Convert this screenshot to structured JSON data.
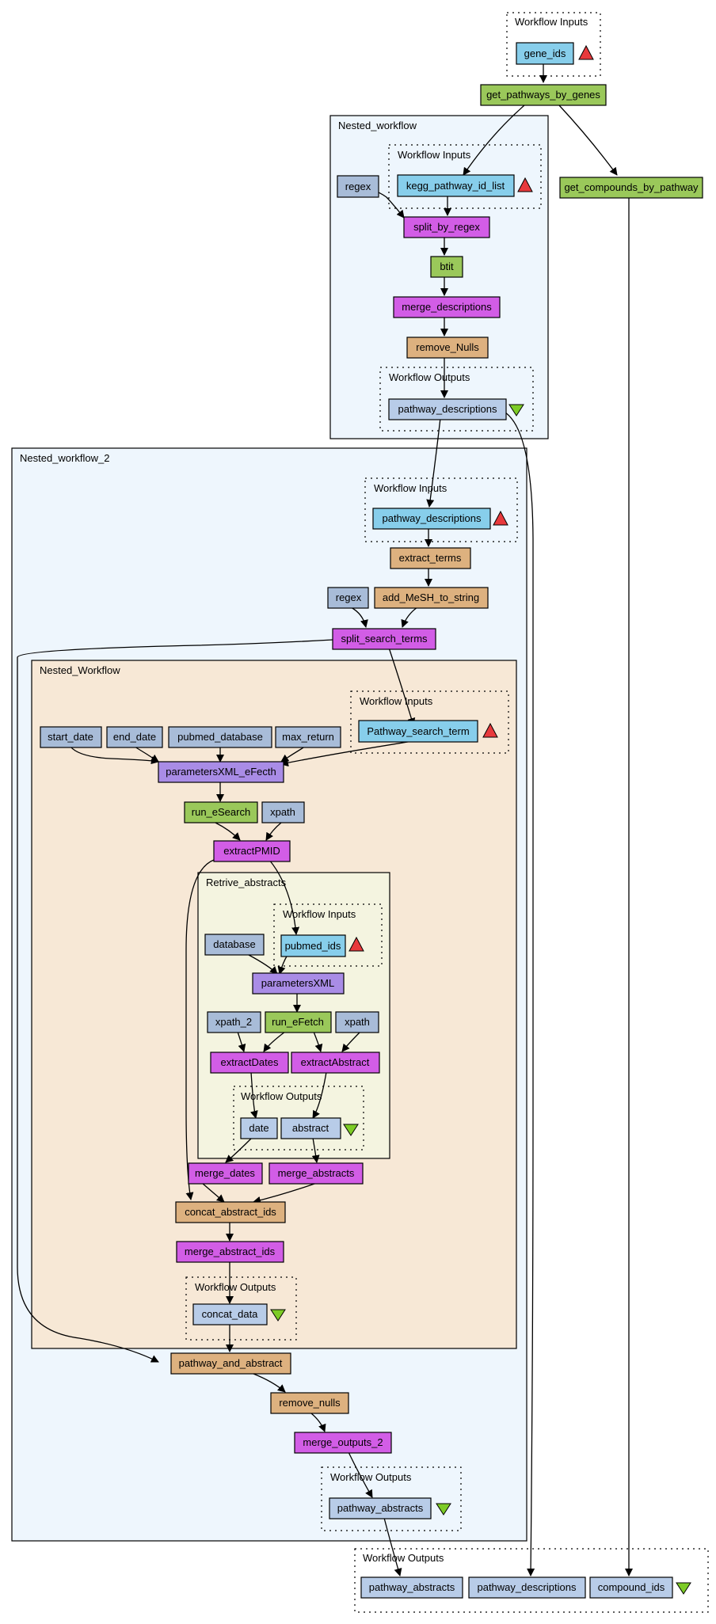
{
  "colors": {
    "input_port": "#87ceeb",
    "output_port": "#b8cce8",
    "constant": "#a8bcd8",
    "beanshell": "#d25de6",
    "service": "#9ac85a",
    "localworker": "#ddb17f",
    "xml_builder": "#a98ce6",
    "nested_bg": "#eef6fd",
    "nested_ww_bg": "#f7e8d6",
    "retrive_bg": "#f4f4e0",
    "triangle_in": "#e8393c",
    "triangle_out": "#7dcc26"
  },
  "clusters": {
    "top_inputs": "Workflow Inputs",
    "nested_workflow": "Nested_workflow",
    "nw_inputs": "Workflow Inputs",
    "nw_outputs": "Workflow Outputs",
    "nested_workflow_2": "Nested_workflow_2",
    "nw2_inputs": "Workflow Inputs",
    "nested_workflow_inner": "Nested_Workflow",
    "nwi_inputs": "Workflow Inputs",
    "retrive_abstracts": "Retrive_abstracts",
    "ra_inputs": "Workflow Inputs",
    "ra_outputs": "Workflow Outputs",
    "nwi_outputs": "Workflow Outputs",
    "nw2_outputs": "Workflow Outputs",
    "final_outputs": "Workflow Outputs"
  },
  "nodes": {
    "gene_ids": "gene_ids",
    "get_pathways_by_genes": "get_pathways_by_genes",
    "get_compounds_by_pathway": "get_compounds_by_pathway",
    "regex": "regex",
    "kegg_pathway_id_list": "kegg_pathway_id_list",
    "split_by_regex": "split_by_regex",
    "btit": "btit",
    "merge_descriptions": "merge_descriptions",
    "remove_Nulls": "remove_Nulls",
    "pathway_descriptions_out": "pathway_descriptions",
    "pathway_descriptions_in": "pathway_descriptions",
    "extract_terms": "extract_terms",
    "regex_2": "regex",
    "add_MeSH_to_string": "add_MeSH_to_string",
    "split_search_terms": "split_search_terms",
    "start_date": "start_date",
    "end_date": "end_date",
    "pubmed_database": "pubmed_database",
    "max_return": "max_return",
    "Pathway_search_term": "Pathway_search_term",
    "parametersXML_eFecth": "parametersXML_eFecth",
    "run_eSearch": "run_eSearch",
    "xpath_top": "xpath",
    "extractPMID": "extractPMID",
    "database": "database",
    "pubmed_ids": "pubmed_ids",
    "parametersXML": "parametersXML",
    "xpath_2": "xpath_2",
    "run_eFetch": "run_eFetch",
    "xpath_ra": "xpath",
    "extractDates": "extractDates",
    "extractAbstract": "extractAbstract",
    "date": "date",
    "abstract": "abstract",
    "merge_dates": "merge_dates",
    "merge_abstracts": "merge_abstracts",
    "concat_abstract_ids": "concat_abstract_ids",
    "merge_abstract_ids": "merge_abstract_ids",
    "concat_data": "concat_data",
    "pathway_and_abstract": "pathway_and_abstract",
    "remove_nulls": "remove_nulls",
    "merge_outputs_2": "merge_outputs_2",
    "pathway_abstracts_nw2": "pathway_abstracts",
    "pathway_abstracts_final": "pathway_abstracts",
    "pathway_descriptions_final": "pathway_descriptions",
    "compound_ids": "compound_ids"
  }
}
